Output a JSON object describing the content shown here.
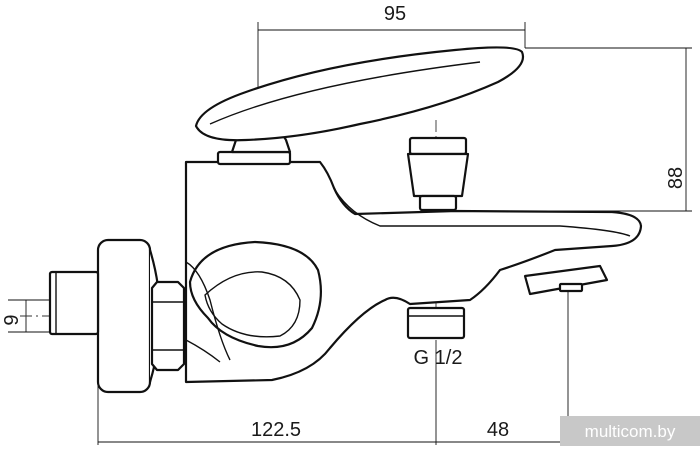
{
  "dimensions": {
    "top_width": "95",
    "right_height": "88",
    "left_pipe": "9",
    "bottom_left": "122.5",
    "bottom_right": "48",
    "outlet_thread": "G 1/2"
  },
  "watermark": "multicom.by"
}
